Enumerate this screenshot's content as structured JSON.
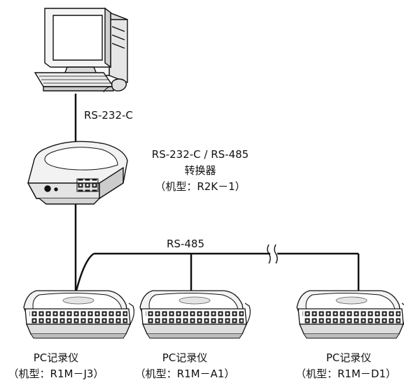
{
  "links": {
    "pc_to_converter": "RS-232-C",
    "bus": "RS-485"
  },
  "converter": {
    "line1": "RS-232-C / RS-485",
    "line2": "转换器",
    "line3": "（机型：R2K－1）"
  },
  "recorders": [
    {
      "name": "PC记录仪",
      "model": "（机型：R1M－J3）"
    },
    {
      "name": "PC记录仪",
      "model": "（机型：R1M－A1）"
    },
    {
      "name": "PC记录仪",
      "model": "（机型：R1M－D1）"
    }
  ]
}
